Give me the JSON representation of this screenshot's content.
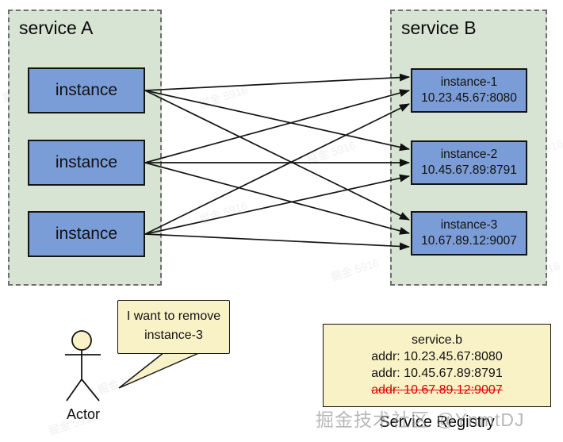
{
  "service_a": {
    "title": "service A",
    "instances": [
      {
        "label": "instance"
      },
      {
        "label": "instance"
      },
      {
        "label": "instance"
      }
    ]
  },
  "service_b": {
    "title": "service B",
    "instances": [
      {
        "name": "instance-1",
        "addr": "10.23.45.67:8080"
      },
      {
        "name": "instance-2",
        "addr": "10.45.67.89:8791"
      },
      {
        "name": "instance-3",
        "addr": "10.67.89.12:9007"
      }
    ]
  },
  "actor": {
    "label": "Actor",
    "speech_line1": "I want to remove",
    "speech_line2": "instance-3"
  },
  "registry": {
    "label": "Service Registry",
    "service_name": "service.b",
    "entries": [
      {
        "text": "addr: 10.23.45.67:8080",
        "removed": false
      },
      {
        "text": "addr: 10.45.67.89:8791",
        "removed": false
      },
      {
        "text": "addr: 10.67.89.12:9007",
        "removed": true
      }
    ]
  },
  "watermarks": {
    "main": "掘金技术社区 @YnmtDJ",
    "scatter": "掘金 5916"
  },
  "colors": {
    "group_bg": "#d7e3d3",
    "node_bg": "#7b9dd7",
    "note_bg": "#faf2c7",
    "removed_text": "#dd0000"
  }
}
